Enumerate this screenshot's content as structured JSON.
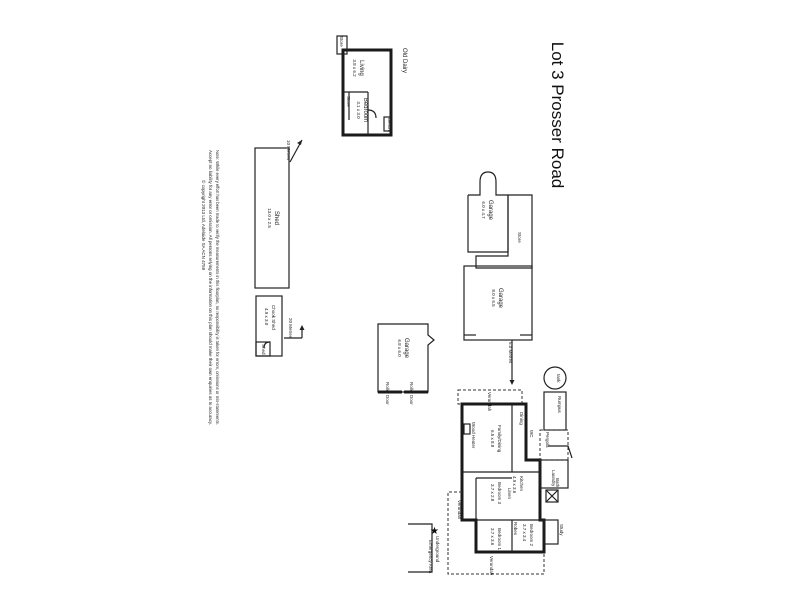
{
  "title": "Lot 3 Prosser Road",
  "buildings": {
    "old_dairy": {
      "name": "Old Dairy",
      "store_left": "Store",
      "living": "Living",
      "living_size": "3.8 x 6.2",
      "store_inner": "Store",
      "bedroom": "Bedroom",
      "bedroom_size": "3.1 x 3.0",
      "bench": "Bench"
    },
    "shed_main": {
      "name": "Shed",
      "size": "13.0 x 2.5"
    },
    "chook_shed": {
      "name": "Chook Shed",
      "size": "4.9 x 3.0",
      "shed": "Shed"
    },
    "garage_double": {
      "name": "Garage",
      "size": "6.0 x 4.7"
    },
    "store": "Store",
    "garage_long": {
      "name": "Garage",
      "size": "8.0 x 6.5"
    },
    "garage_small": {
      "name": "Garage",
      "size": "6.8 x 6.0",
      "roller_door_1": "Roller Door",
      "roller_door_2": "Roller Door"
    }
  },
  "distances": {
    "d10": "10 Metres",
    "d20": "20 Metres",
    "d6": "6.0 Metres"
  },
  "house": {
    "verandah_top": "Verandah",
    "family_dining": "Family/Dining",
    "family_dining_size": "6.5 x 8.8",
    "kitchen": "Kitchen",
    "kitchen_size": "4.9 x 3.6",
    "bath": "Bath",
    "bedroom3": "Bedroom 3",
    "bedroom3_size": "3.7 x 2.8",
    "bedroom2": "Bedroom 2",
    "bedroom2_size": "3.7 x 3.4",
    "bedroom1": "Bedroom 1",
    "bedroom1_size": "3.7 x 3.6",
    "study": "Study",
    "robes": "Robes",
    "verandah_side": "Verandah",
    "verandah_bottom": "Verandah",
    "pergola": "Pergola",
    "laundry": "Laundry",
    "wood_heater": "Wood Heater",
    "dining": "Dining",
    "wc": "WC",
    "linen": "Linen"
  },
  "extras": {
    "tank": "tank",
    "rumpus": "Rumpus",
    "underground_area": "Underground",
    "emergency_area": "Emergency Area"
  },
  "disclaimer": {
    "line1": "Note: While every effort has been made to verify the measurements in this floorplan, no responsibility is taken for errors, omissions or mis-statements.",
    "line2": "Accept no liability for any error or omission. All persons relying on the information on this plan should make their own enquiries as to accuracy.",
    "line3": "© copyright 2013 Ltd, Adelaide SA ACN 4759"
  }
}
